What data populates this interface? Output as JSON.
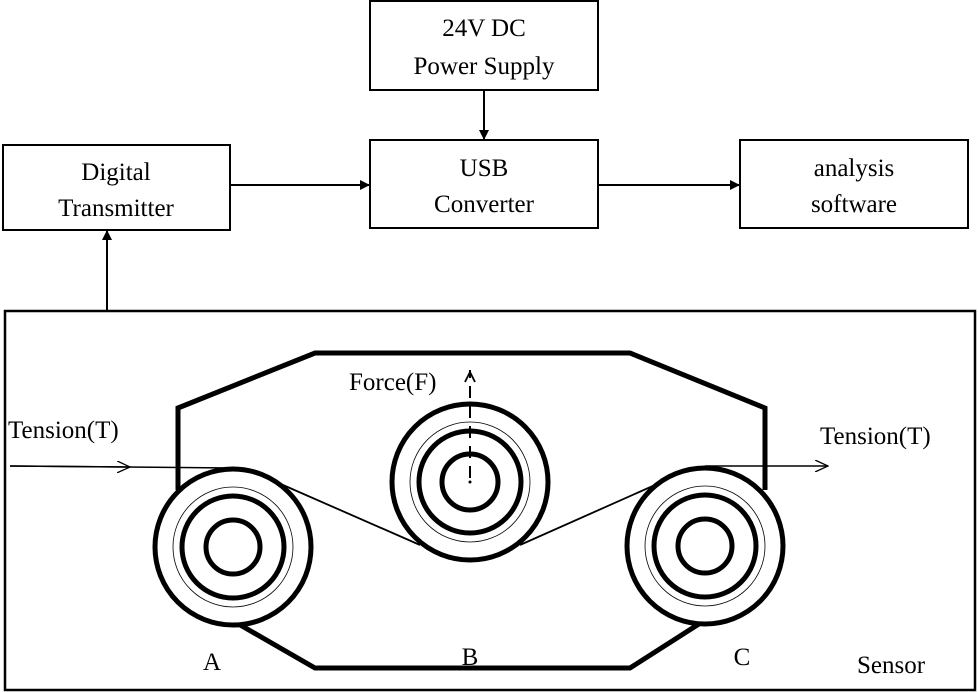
{
  "blocks": {
    "power_supply": {
      "line1": "24V DC",
      "line2": "Power Supply"
    },
    "transmitter": {
      "line1": "Digital",
      "line2": "Transmitter"
    },
    "converter": {
      "line1": "USB",
      "line2": "Converter"
    },
    "software": {
      "line1": "analysis",
      "line2": "software"
    }
  },
  "sensor": {
    "label": "Sensor",
    "force_label": "Force(F)",
    "tension_in_label": "Tension(T)",
    "tension_out_label": "Tension(T)",
    "pulleys": [
      "A",
      "B",
      "C"
    ]
  }
}
